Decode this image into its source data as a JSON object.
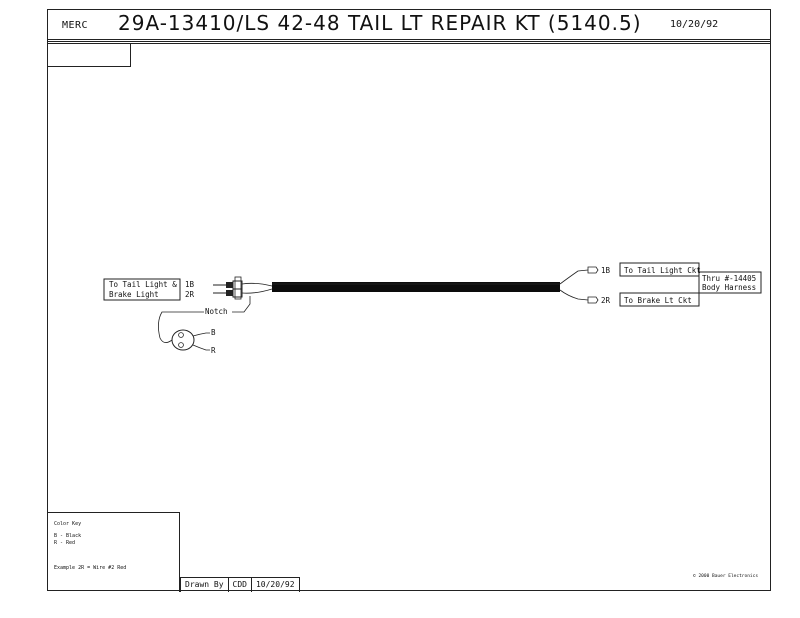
{
  "header": {
    "make": "MERC",
    "title": "29A-13410/LS  42-48 TAIL LT REPAIR KT (5140.5)",
    "date": "10/20/92"
  },
  "diagram": {
    "left_connector": {
      "label_line1": "To Tail Light &",
      "label_line2": "Brake Light",
      "wire1": "1B",
      "wire2": "2R"
    },
    "notch_label": "Notch",
    "socket_pins": {
      "pin_b": "B",
      "pin_r": "R"
    },
    "right_wires": {
      "wire1": "1B",
      "wire2": "2R"
    },
    "right_targets": {
      "tail": "To Tail Light Ckt",
      "brake": "To Brake Lt Ckt"
    },
    "harness_note": {
      "line1": "Thru #-14405",
      "line2": "Body Harness"
    }
  },
  "color_key": {
    "title": "Color Key",
    "entry1": "B - Black",
    "entry2": "R - Red",
    "example": "Example 2R = Wire #2 Red"
  },
  "title_block": {
    "drawn_by_label": "Drawn By",
    "drawn_by_value": "CDD",
    "drawn_date": "10/20/92"
  },
  "footer": {
    "copyright": "2000 Bauer Electronics"
  }
}
